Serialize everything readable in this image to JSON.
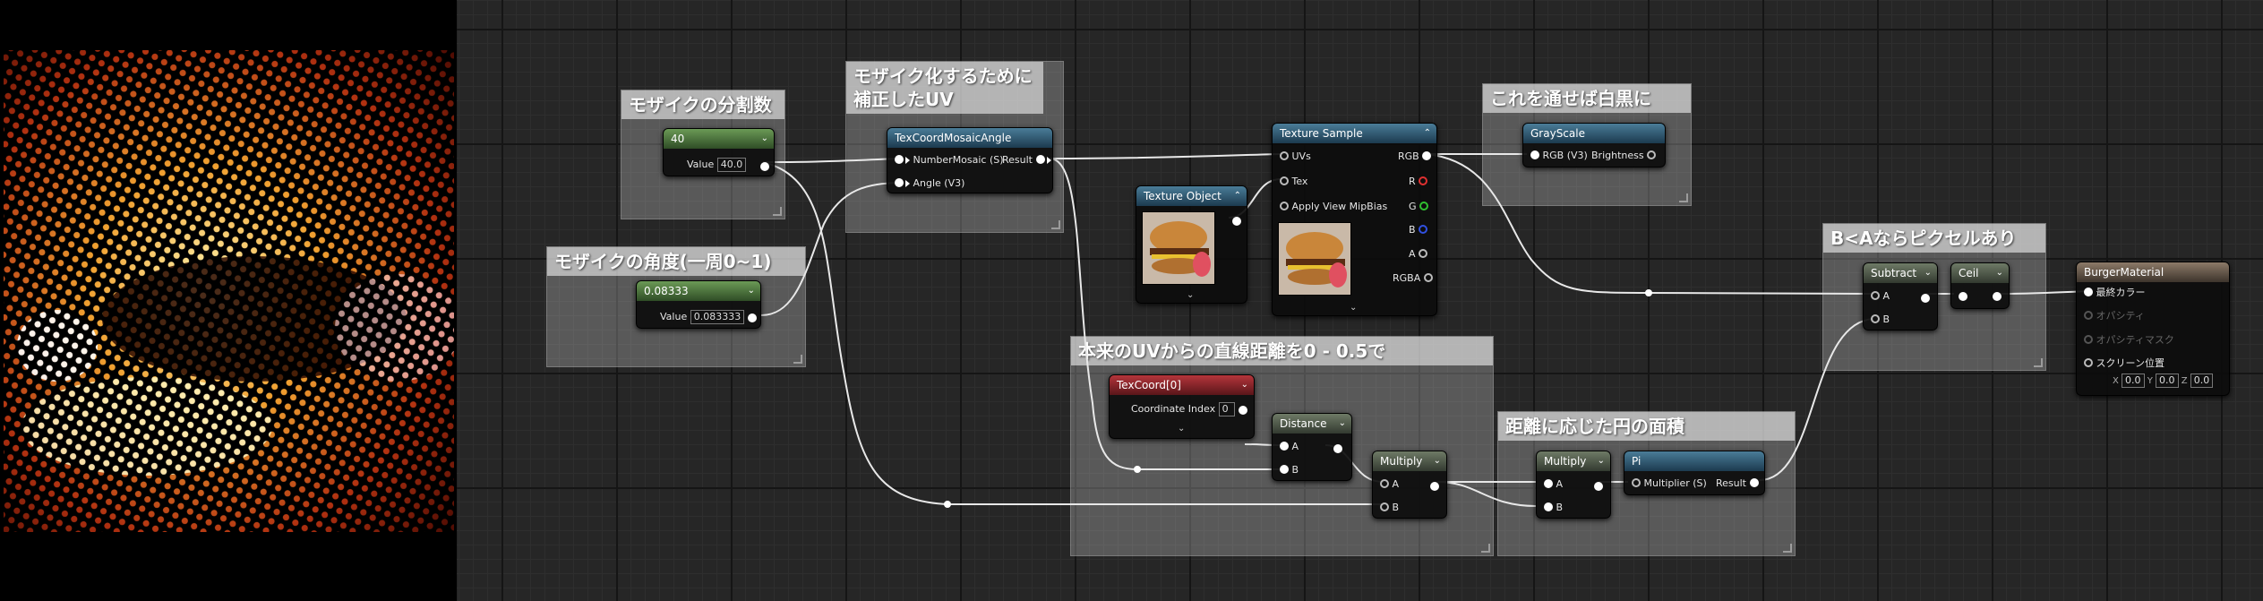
{
  "comments": {
    "mosaic_count": "モザイクの分割数",
    "mosaic_angle": "モザイクの角度(一周0~1)",
    "mosaic_uv": "モザイク化するために補正したUV",
    "grayscale": "これを通せば白黒に",
    "pixel": "B<Aならピクセルあり",
    "distance": "本来のUVからの直線距離を0 - 0.5で",
    "area": "距離に応じた円の面積"
  },
  "nodes": {
    "const40": {
      "title": "40",
      "value_label": "Value",
      "value": "40.0"
    },
    "const0083": {
      "title": "0.08333",
      "value_label": "Value",
      "value": "0.083333"
    },
    "texcoord_mosaic": {
      "title": "TexCoordMosaicAngle",
      "in1": "NumberMosaic (S)",
      "in2": "Angle (V3)",
      "out": "Result"
    },
    "texture_object": {
      "title": "Texture Object"
    },
    "texture_sample": {
      "title": "Texture Sample",
      "uvs": "UVs",
      "tex": "Tex",
      "mip": "Apply View MipBias",
      "rgb": "RGB",
      "r": "R",
      "g": "G",
      "b": "B",
      "a": "A",
      "rgba": "RGBA"
    },
    "grayscale": {
      "title": "GrayScale",
      "in": "RGB (V3)",
      "out": "Brightness"
    },
    "texcoord0": {
      "title": "TexCoord[0]",
      "label": "Coordinate Index",
      "value": "0"
    },
    "distance": {
      "title": "Distance",
      "a": "A",
      "b": "B"
    },
    "multiply1": {
      "title": "Multiply",
      "a": "A",
      "b": "B"
    },
    "multiply2": {
      "title": "Multiply",
      "a": "A",
      "b": "B"
    },
    "pi": {
      "title": "Pi",
      "in": "Multiplier (S)",
      "out": "Result"
    },
    "subtract": {
      "title": "Subtract",
      "a": "A",
      "b": "B"
    },
    "ceil": {
      "title": "Ceil"
    },
    "material": {
      "title": "BurgerMaterial",
      "final_color": "最終カラー",
      "opacity": "オパシティ",
      "opacity_mask": "オパシティマスク",
      "screen_pos": "スクリーン位置",
      "x_label": "X",
      "x": "0.0",
      "y_label": "Y",
      "y": "0.0",
      "z_label": "Z",
      "z": "0.0"
    }
  },
  "colors": {
    "graph_bg": "#262626",
    "r_pin": "#e03030",
    "g_pin": "#30c030",
    "b_pin": "#3050e0"
  },
  "icons": [
    "chevron-down-icon",
    "chevron-up-icon",
    "burger-thumbnail",
    "halftone-preview"
  ]
}
